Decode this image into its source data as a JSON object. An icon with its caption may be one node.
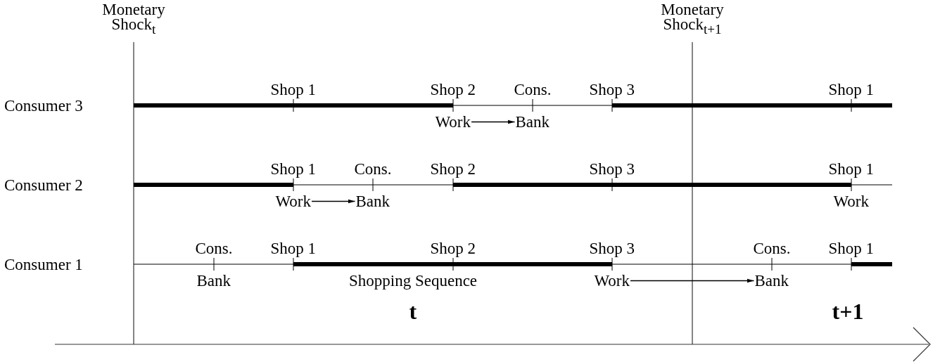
{
  "diagram": {
    "nodes": [
      {
        "text": [
          "Work"
        ]
      },
      {
        "text": [
          "Bank"
        ],
        "beside": [
          "Cons."
        ]
      },
      {
        "text": [
          "Work"
        ]
      },
      {
        "text": [
          "Bank"
        ],
        "beside": [
          "Cons."
        ]
      },
      {
        "text": [
          "Work"
        ]
      },
      {
        "text": [
          "Bank"
        ],
        "beside": [
          "Cons."
        ]
      }
    ],
    "edges": [
      {
        "from": 0,
        "to": 1,
        "arrow": "to"
      },
      {
        "from": 2,
        "to": 3,
        "arrow": "to"
      },
      {
        "from": 4,
        "to": 5,
        "arrow": "to"
      }
    ],
    "labels": [
      "Monetary Shock$_{t}$",
      "Monetary Shock$_{t+1}$",
      "Consumer 3",
      "Shop 1",
      "Shop 2",
      "Shop 3",
      "Shop 1",
      "Consumer 2",
      "Shop 1",
      "Shop 2",
      "Shop 3",
      "Shop 1",
      "Work",
      "Consumer 1",
      "Cons.",
      "Shop 1",
      "Shop 2",
      "Shop 3",
      "Shop 1",
      "Bank",
      "Shopping Sequence",
      "t",
      "t+1"
    ]
  }
}
